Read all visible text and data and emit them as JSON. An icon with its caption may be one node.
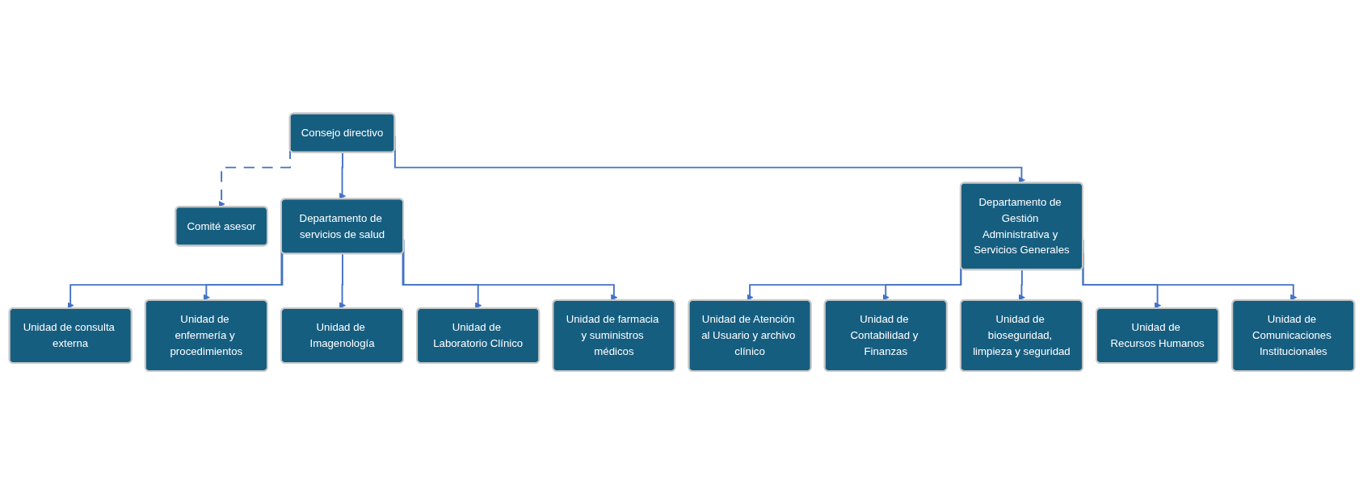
{
  "diagram": {
    "nodes": [
      {
        "text": [
          "Consejo directivo"
        ]
      },
      {
        "text": [
          "Comité asesor"
        ]
      },
      {
        "text": [
          "Departamento de servicios de salud"
        ]
      },
      {
        "text": [
          "Departamento de Gestión Administrativa y Servicios Generales"
        ]
      },
      {
        "text": [
          "Unidad de consulta externa"
        ]
      },
      {
        "text": [
          "Unidad de enfermería y procedimientos"
        ]
      },
      {
        "text": [
          "Unidad de Imagenología"
        ]
      },
      {
        "text": [
          "Unidad de Laboratorio Clínico"
        ]
      },
      {
        "text": [
          "Unidad de farmacia y suministros médicos"
        ]
      },
      {
        "text": [
          "Unidad de Atención al Usuario y archivo clínico"
        ]
      },
      {
        "text": [
          "Unidad de Contabilidad y Finanzas"
        ]
      },
      {
        "text": [
          "Unidad de bioseguridad, limpieza y seguridad"
        ]
      },
      {
        "text": [
          "Unidad de Recursos Humanos"
        ]
      },
      {
        "text": [
          "Unidad de Comunicaciones Institucionales"
        ]
      }
    ],
    "edges": [
      {
        "from": 0,
        "to": 1,
        "arrow": "to",
        "style": "dashed"
      },
      {
        "from": 0,
        "to": 2,
        "arrow": "to"
      },
      {
        "from": 0,
        "to": 3,
        "arrow": "to"
      },
      {
        "from": 2,
        "to": 4,
        "arrow": "to"
      },
      {
        "from": 2,
        "to": 5,
        "arrow": "to"
      },
      {
        "from": 2,
        "to": 6,
        "arrow": "to"
      },
      {
        "from": 2,
        "to": 7,
        "arrow": "to"
      },
      {
        "from": 2,
        "to": 8,
        "arrow": "to"
      },
      {
        "from": 3,
        "to": 9,
        "arrow": "to"
      },
      {
        "from": 3,
        "to": 10,
        "arrow": "to"
      },
      {
        "from": 3,
        "to": 11,
        "arrow": "to"
      },
      {
        "from": 3,
        "to": 12,
        "arrow": "to"
      },
      {
        "from": 3,
        "to": 13,
        "arrow": "to"
      }
    ]
  }
}
